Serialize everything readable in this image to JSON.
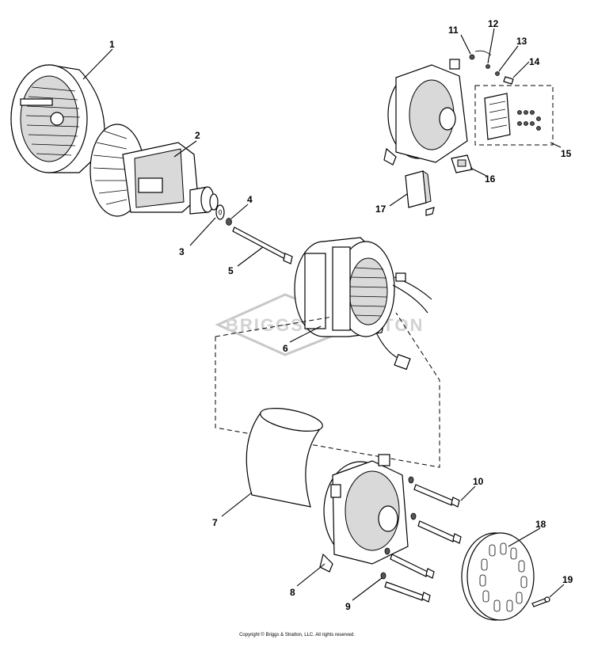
{
  "watermark": {
    "text": "BRIGGS&STRATTON"
  },
  "callouts": [
    {
      "n": "1"
    },
    {
      "n": "2"
    },
    {
      "n": "3"
    },
    {
      "n": "4"
    },
    {
      "n": "5"
    },
    {
      "n": "6"
    },
    {
      "n": "7"
    },
    {
      "n": "8"
    },
    {
      "n": "9"
    },
    {
      "n": "10"
    },
    {
      "n": "11"
    },
    {
      "n": "12"
    },
    {
      "n": "13"
    },
    {
      "n": "14"
    },
    {
      "n": "15"
    },
    {
      "n": "16"
    },
    {
      "n": "17"
    },
    {
      "n": "18"
    },
    {
      "n": "19"
    }
  ],
  "footer": {
    "copyright": "Copyright © Briggs & Stratton, LLC. All rights reserved."
  }
}
